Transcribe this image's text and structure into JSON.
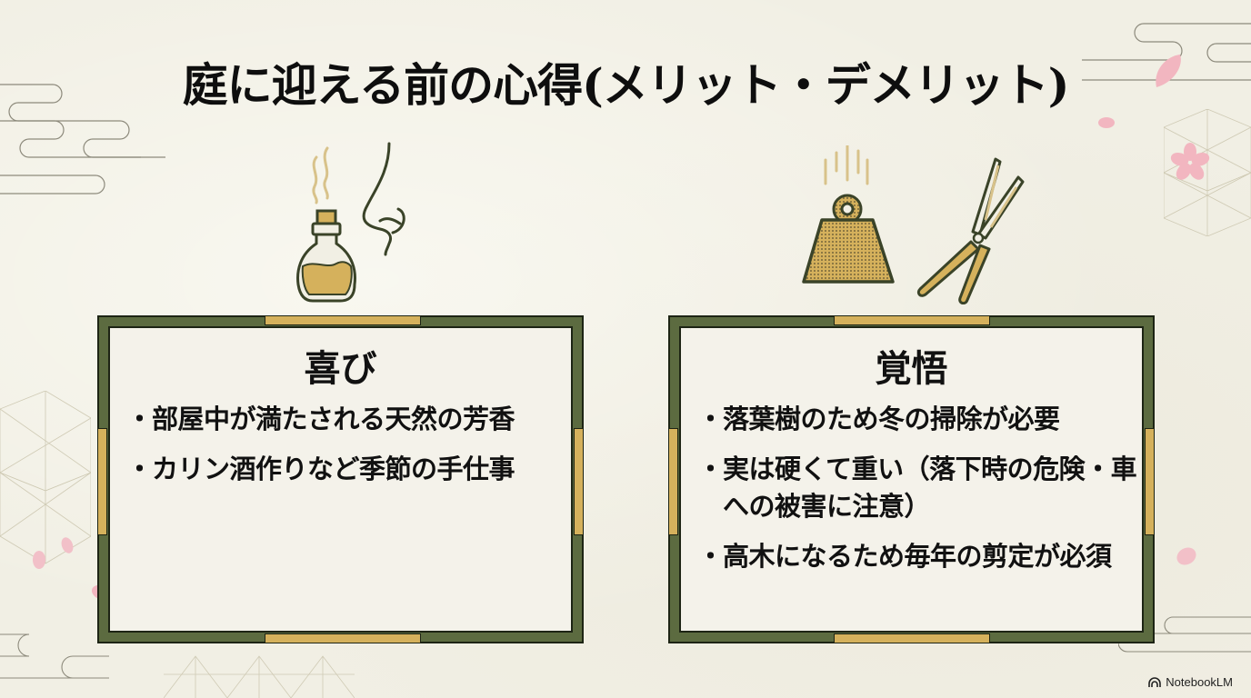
{
  "slide": {
    "title": "庭に迎える前の心得(メリット・デメリット)",
    "colors": {
      "background": "#f1efe4",
      "frame_green": "#5c6b40",
      "frame_gold": "#d5b15c",
      "icon_outline": "#3a4328",
      "blossom_pink": "#f0b8c0"
    }
  },
  "panels": [
    {
      "title": "喜び",
      "icons": [
        "perfume-bottle-icon",
        "nose-smell-icon"
      ],
      "bullets": [
        "部屋中が満たされる天然の芳香",
        "カリン酒作りなど季節の手仕事"
      ]
    },
    {
      "title": "覚悟",
      "icons": [
        "falling-weight-icon",
        "pruning-shears-icon"
      ],
      "bullets": [
        "落葉樹のため冬の掃除が必要",
        "実は硬くて重い（落下時の危険・車への被害に注意）",
        "高木になるため毎年の剪定が必須"
      ]
    }
  ],
  "bullet_glyph": "・",
  "watermark": {
    "icon": "notebooklm-logo-icon",
    "label": "NotebookLM"
  }
}
